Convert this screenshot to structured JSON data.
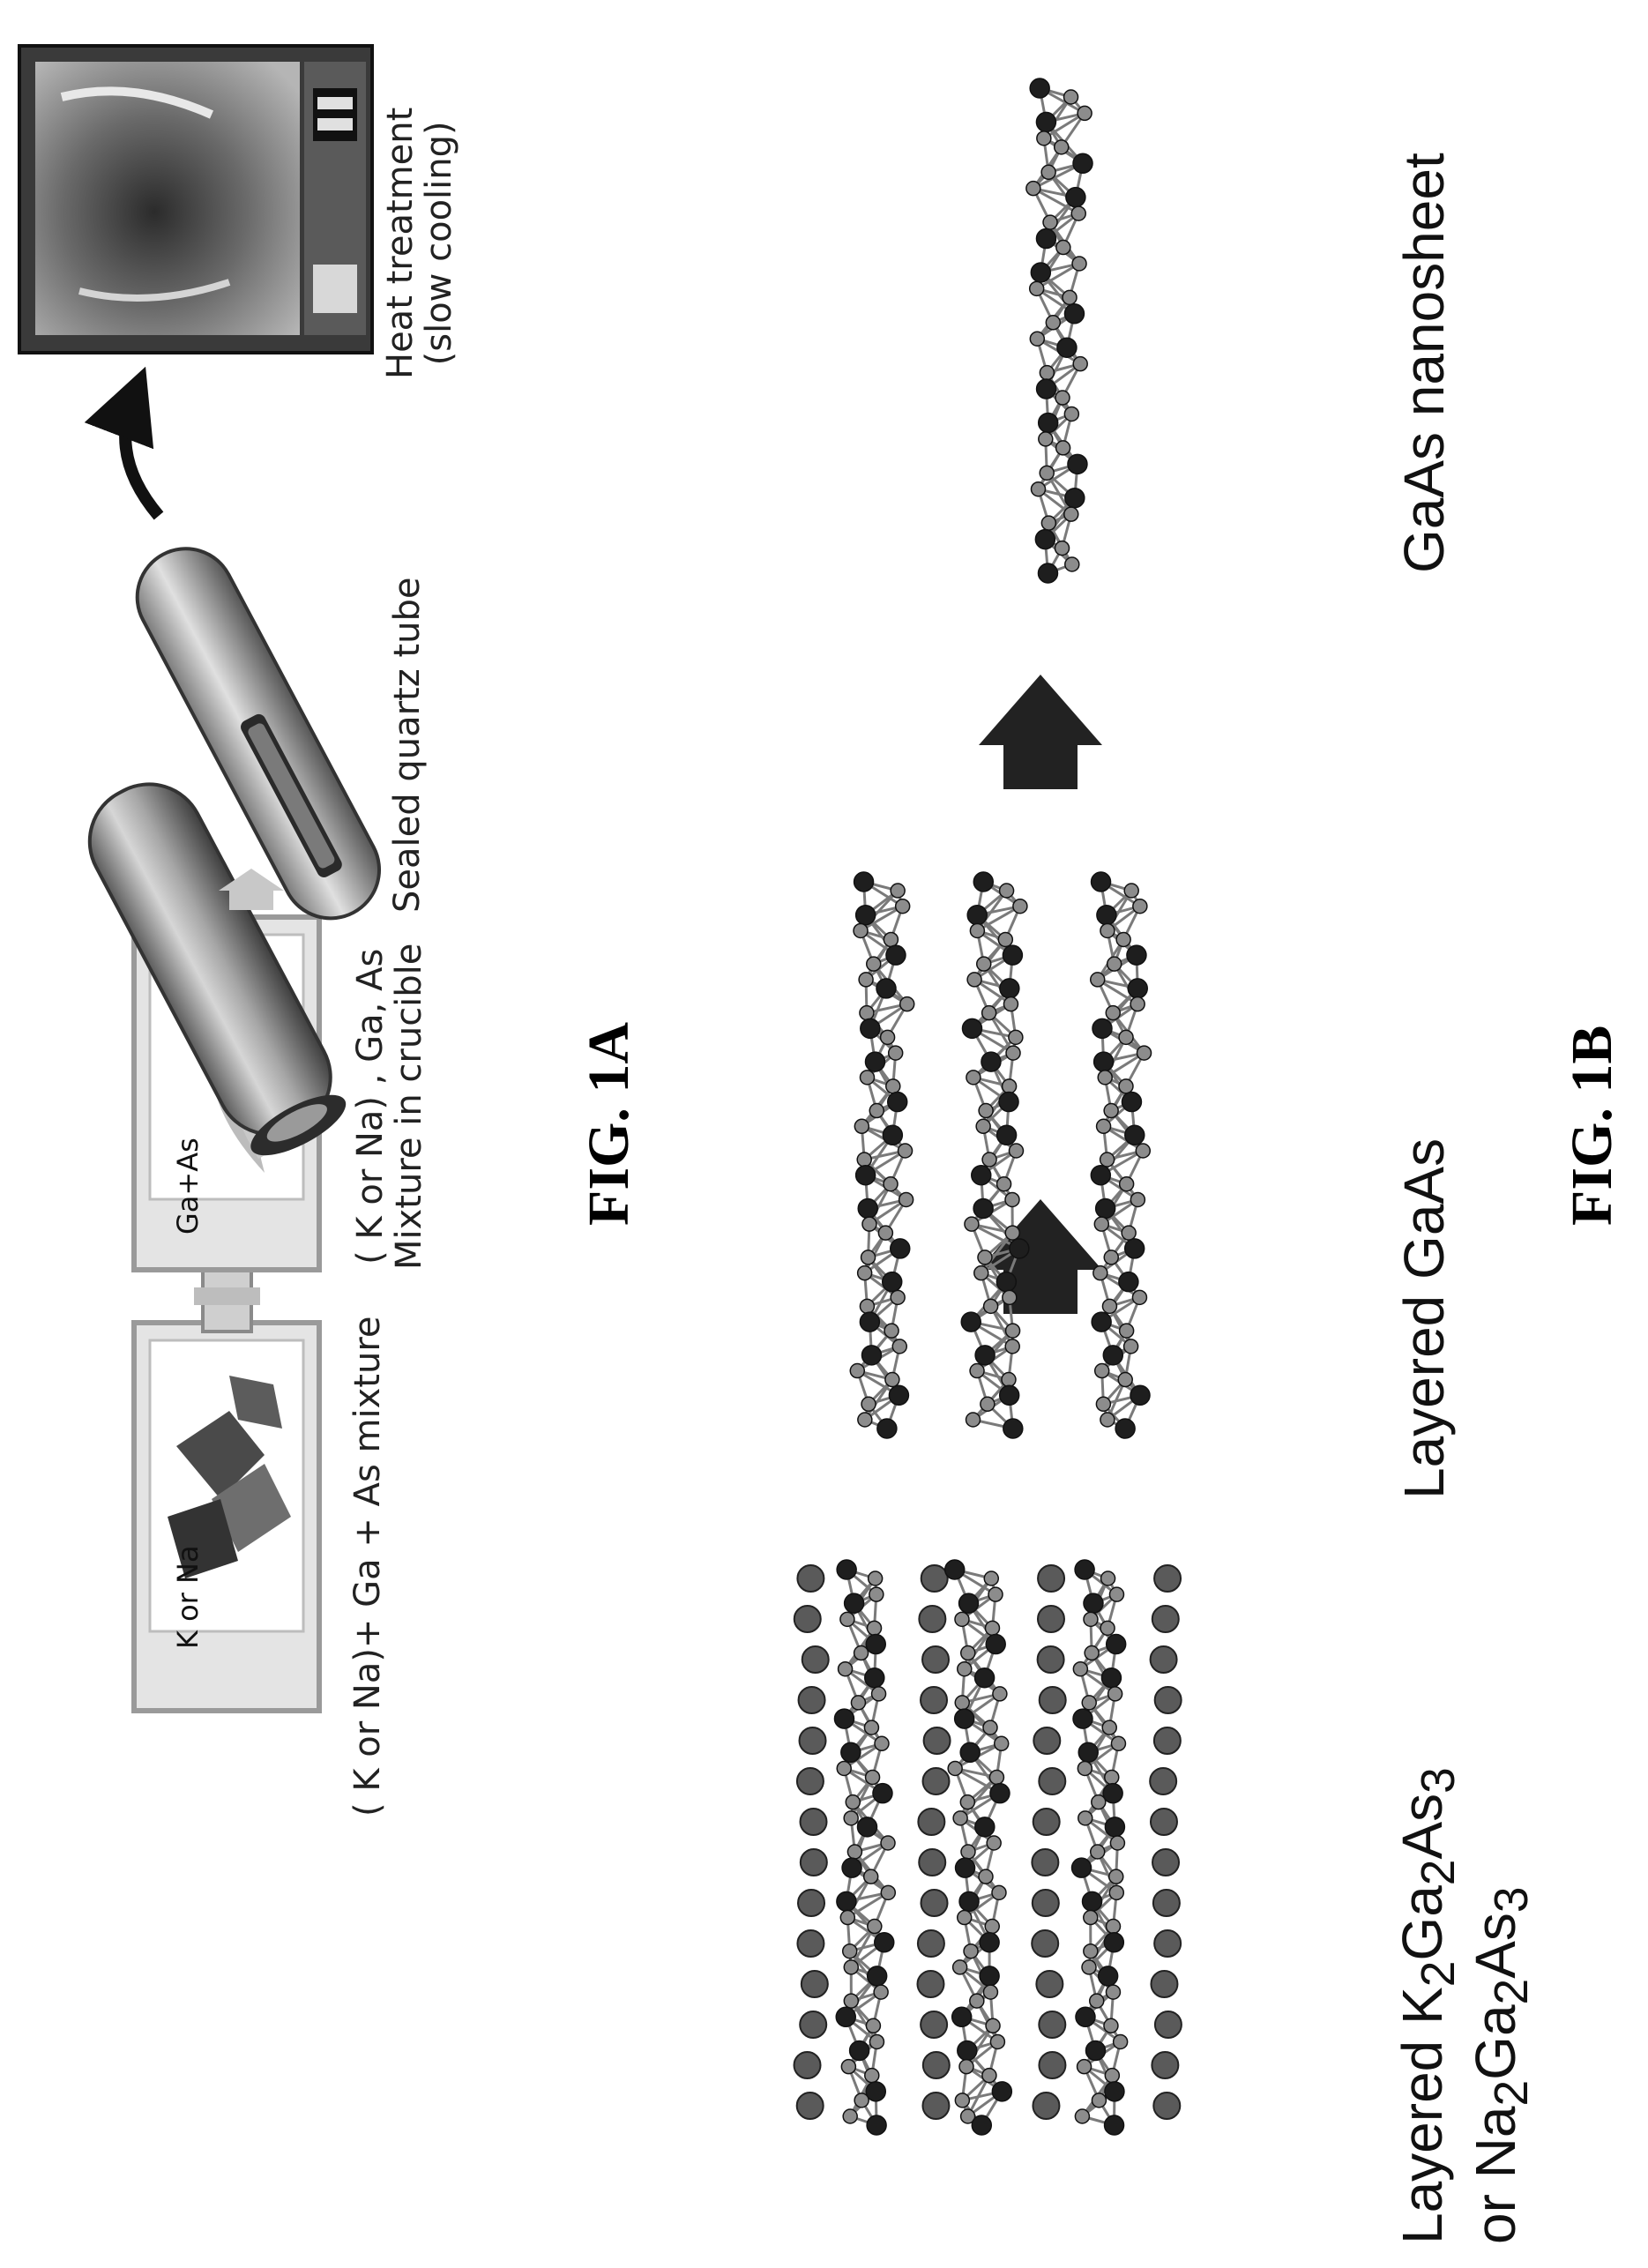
{
  "fig_1a": {
    "caption": "FIG. 1A",
    "step1": {
      "box_left_label": "K or Na",
      "box_right_label": "Ga+As",
      "caption": "( K or Na)+ Ga + As mixture"
    },
    "step2": {
      "caption_line1": "( K or Na) , Ga, As",
      "caption_line2": "Mixture in crucible"
    },
    "step3": {
      "caption": "Sealed quartz tube"
    },
    "step4": {
      "caption_line1": "Heat treatment",
      "caption_line2": "(slow cooling)"
    }
  },
  "fig_1b": {
    "caption": "FIG. 1B",
    "stage1": {
      "line1_pre": "Layered K",
      "line1_sub1": "2",
      "line1_mid": "Ga",
      "line1_sub2": "2",
      "line1_post": "As",
      "line1_sub3": "3",
      "line2_pre": "or Na",
      "line2_sub1": "2",
      "line2_mid": "Ga",
      "line2_sub2": "2",
      "line2_post": "As",
      "line2_sub3": "3"
    },
    "stage2": {
      "caption": "Layered GaAs"
    },
    "stage3": {
      "caption": "GaAs nanosheet"
    }
  }
}
